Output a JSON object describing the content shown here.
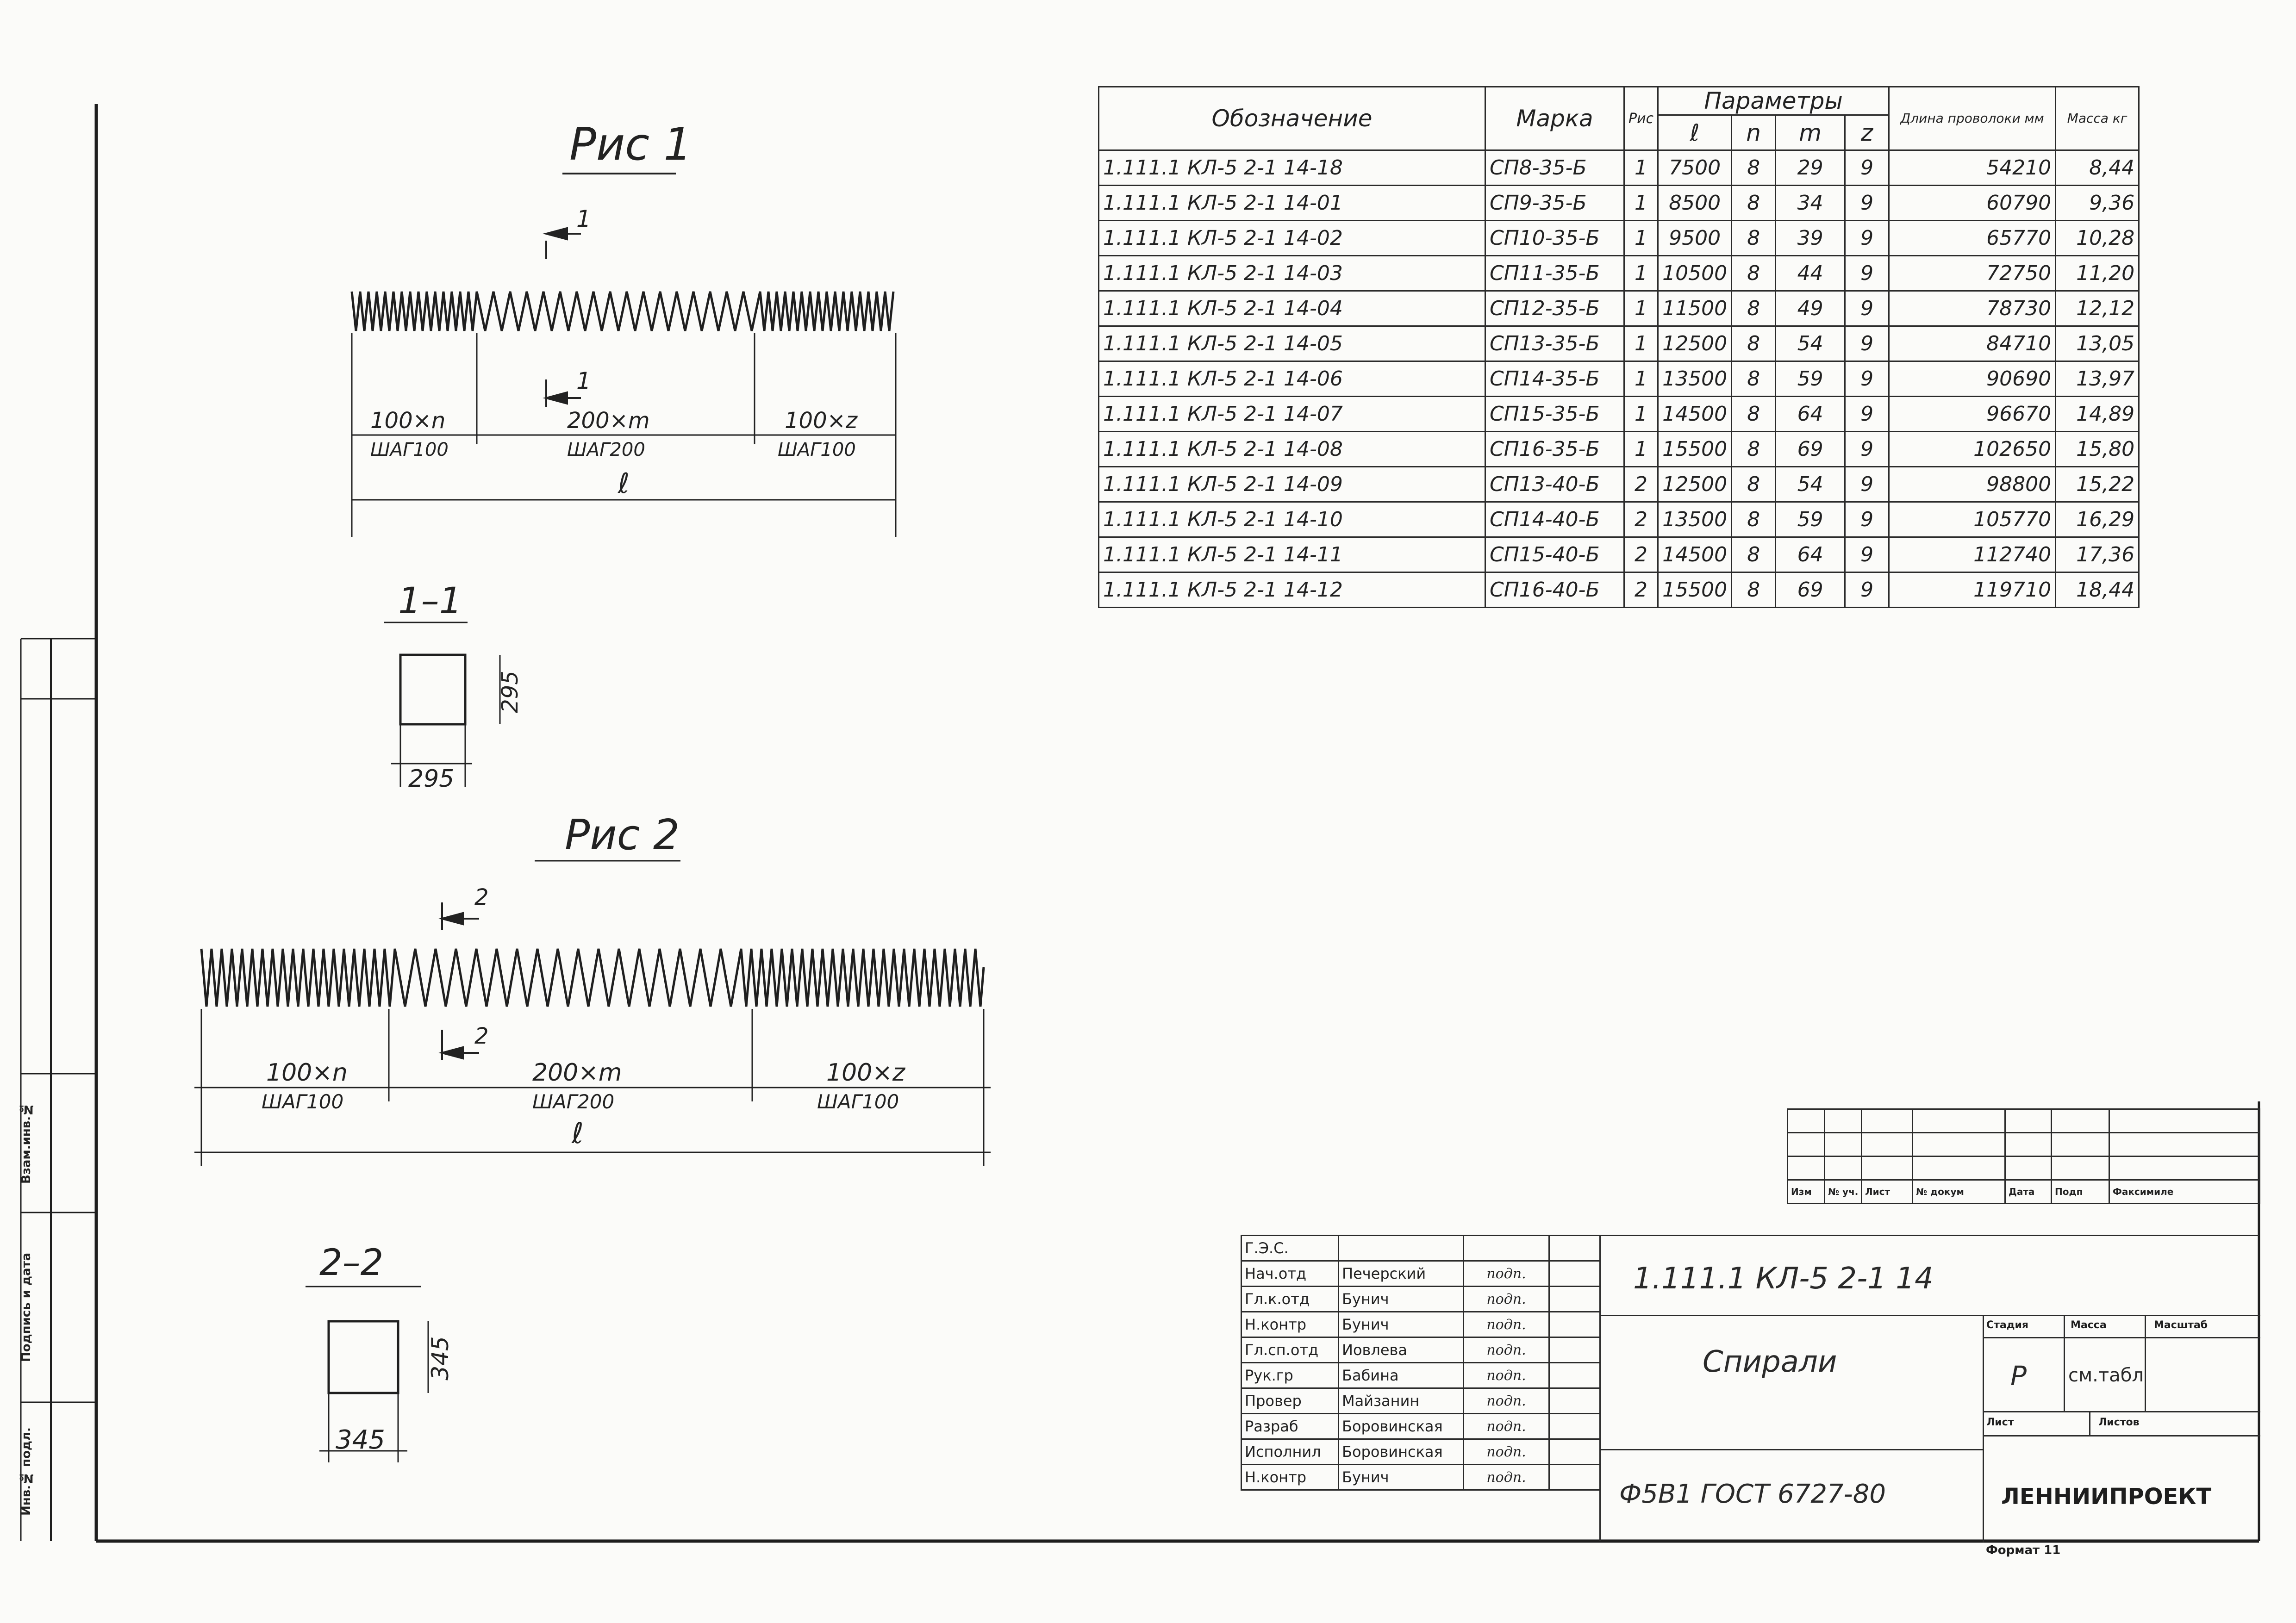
{
  "figures": {
    "fig1_title": "Рис 1",
    "fig2_title": "Рис 2",
    "section1_mark": "1",
    "section2_mark": "2",
    "fig1_dims": {
      "left": "100×n",
      "left_step": "ШАГ100",
      "middle": "200×m",
      "middle_step": "ШАГ200",
      "right": "100×z",
      "right_step": "ШАГ100",
      "length": "ℓ"
    },
    "fig2_dims": {
      "left": "100×n",
      "left_step": "ШАГ100",
      "middle": "200×m",
      "middle_step": "ШАГ200",
      "right": "100×z",
      "right_step": "ШАГ100",
      "length": "ℓ"
    },
    "section1": {
      "label": "1–1",
      "height": "295",
      "width": "295"
    },
    "section2": {
      "label": "2–2",
      "height": "345",
      "width": "345"
    }
  },
  "table": {
    "headers": {
      "designation": "Обозначение",
      "mark": "Марка",
      "fig": "Рис",
      "group_label": "Параметры",
      "l": "ℓ",
      "n": "n",
      "m": "m",
      "z": "z",
      "wire_length": "Длина проволоки мм",
      "mass": "Масса кг"
    },
    "rows": [
      [
        "1.111.1 КЛ-5  2-1 14-18",
        "СП8-35-Б",
        "1",
        "7500",
        "8",
        "29",
        "9",
        "54210",
        "8,44"
      ],
      [
        "1.111.1 КЛ-5  2-1 14-01",
        "СП9-35-Б",
        "1",
        "8500",
        "8",
        "34",
        "9",
        "60790",
        "9,36"
      ],
      [
        "1.111.1 КЛ-5  2-1 14-02",
        "СП10-35-Б",
        "1",
        "9500",
        "8",
        "39",
        "9",
        "65770",
        "10,28"
      ],
      [
        "1.111.1 КЛ-5  2-1 14-03",
        "СП11-35-Б",
        "1",
        "10500",
        "8",
        "44",
        "9",
        "72750",
        "11,20"
      ],
      [
        "1.111.1 КЛ-5  2-1 14-04",
        "СП12-35-Б",
        "1",
        "11500",
        "8",
        "49",
        "9",
        "78730",
        "12,12"
      ],
      [
        "1.111.1 КЛ-5  2-1 14-05",
        "СП13-35-Б",
        "1",
        "12500",
        "8",
        "54",
        "9",
        "84710",
        "13,05"
      ],
      [
        "1.111.1 КЛ-5  2-1 14-06",
        "СП14-35-Б",
        "1",
        "13500",
        "8",
        "59",
        "9",
        "90690",
        "13,97"
      ],
      [
        "1.111.1 КЛ-5  2-1 14-07",
        "СП15-35-Б",
        "1",
        "14500",
        "8",
        "64",
        "9",
        "96670",
        "14,89"
      ],
      [
        "1.111.1 КЛ-5  2-1 14-08",
        "СП16-35-Б",
        "1",
        "15500",
        "8",
        "69",
        "9",
        "102650",
        "15,80"
      ],
      [
        "1.111.1 КЛ-5  2-1 14-09",
        "СП13-40-Б",
        "2",
        "12500",
        "8",
        "54",
        "9",
        "98800",
        "15,22"
      ],
      [
        "1.111.1 КЛ-5  2-1 14-10",
        "СП14-40-Б",
        "2",
        "13500",
        "8",
        "59",
        "9",
        "105770",
        "16,29"
      ],
      [
        "1.111.1 КЛ-5  2-1 14-11",
        "СП15-40-Б",
        "2",
        "14500",
        "8",
        "64",
        "9",
        "112740",
        "17,36"
      ],
      [
        "1.111.1 КЛ-5  2-1 14-12",
        "СП16-40-Б",
        "2",
        "15500",
        "8",
        "69",
        "9",
        "119710",
        "18,44"
      ]
    ]
  },
  "title_block": {
    "changes_headers": [
      "Изм",
      "№ уч.",
      "Лист",
      "№ докум",
      "Дата",
      "Подп",
      "Факсимиле"
    ],
    "roles": [
      {
        "role": "Г.Э.С.",
        "name": "",
        "sign": ""
      },
      {
        "role": "Нач.отд",
        "name": "Печерский",
        "sign": "подп."
      },
      {
        "role": "Гл.к.отд",
        "name": "Бунич",
        "sign": "подп."
      },
      {
        "role": "Н.контр",
        "name": "Бунич",
        "sign": "подп."
      },
      {
        "role": "Гл.сп.отд",
        "name": "Иовлева",
        "sign": "подп."
      },
      {
        "role": "Рук.гр",
        "name": "Бабина",
        "sign": "подп."
      },
      {
        "role": "Провер",
        "name": "Майзанин",
        "sign": "подп."
      },
      {
        "role": "Разраб",
        "name": "Боровинская",
        "sign": "подп."
      },
      {
        "role": "Исполнил",
        "name": "Боровинская",
        "sign": "подп."
      },
      {
        "role": "Н.контр",
        "name": "Бунич",
        "sign": "подп."
      }
    ],
    "document_code": "1.111.1 КЛ-5  2-1 14",
    "title": "Спирали",
    "material": "Ф5В1  ГОСТ 6727-80",
    "stage_label": "Стадия",
    "stage_value": "Р",
    "mass_label": "Масса",
    "mass_value": "см.табл",
    "scale_label": "Масштаб",
    "sheet_label": "Лист",
    "sheets_label": "Листов",
    "organization": "ЛЕННИИПРОЕКТ",
    "format": "Формат 11"
  },
  "side_stamp": {
    "inv_no": "Инв.№ подл.",
    "sign_date": "Подпись и дата",
    "replace_inv": "Взам.инв.№"
  }
}
